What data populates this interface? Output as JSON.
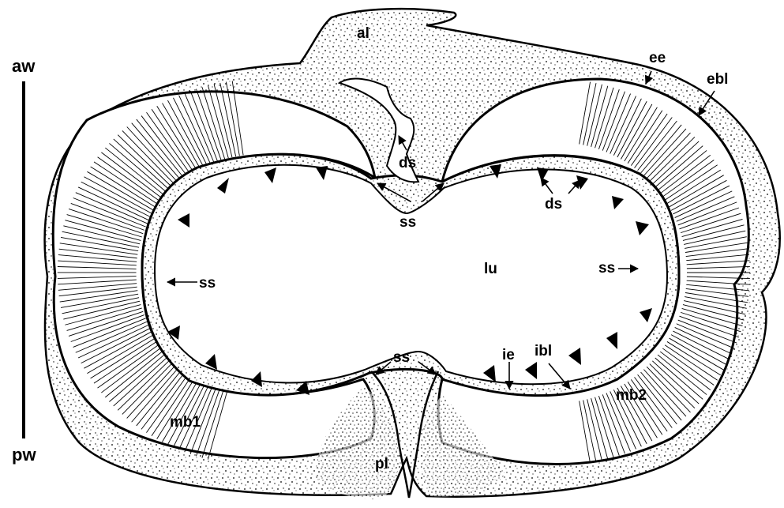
{
  "figure": {
    "axis": {
      "top_label": "aw",
      "bottom_label": "pw"
    },
    "labels": {
      "al": "al",
      "ee": "ee",
      "ebl": "ebl",
      "ds_top": "ds",
      "ds_right": "ds",
      "ss_top": "ss",
      "ss_left": "ss",
      "ss_right": "ss",
      "ss_bottom": "ss",
      "lu": "lu",
      "ie": "ie",
      "ibl": "ibl",
      "mb1": "mb1",
      "mb2": "mb2",
      "pl": "pl"
    },
    "colors": {
      "ink": "#000000",
      "paper": "#ffffff"
    }
  }
}
